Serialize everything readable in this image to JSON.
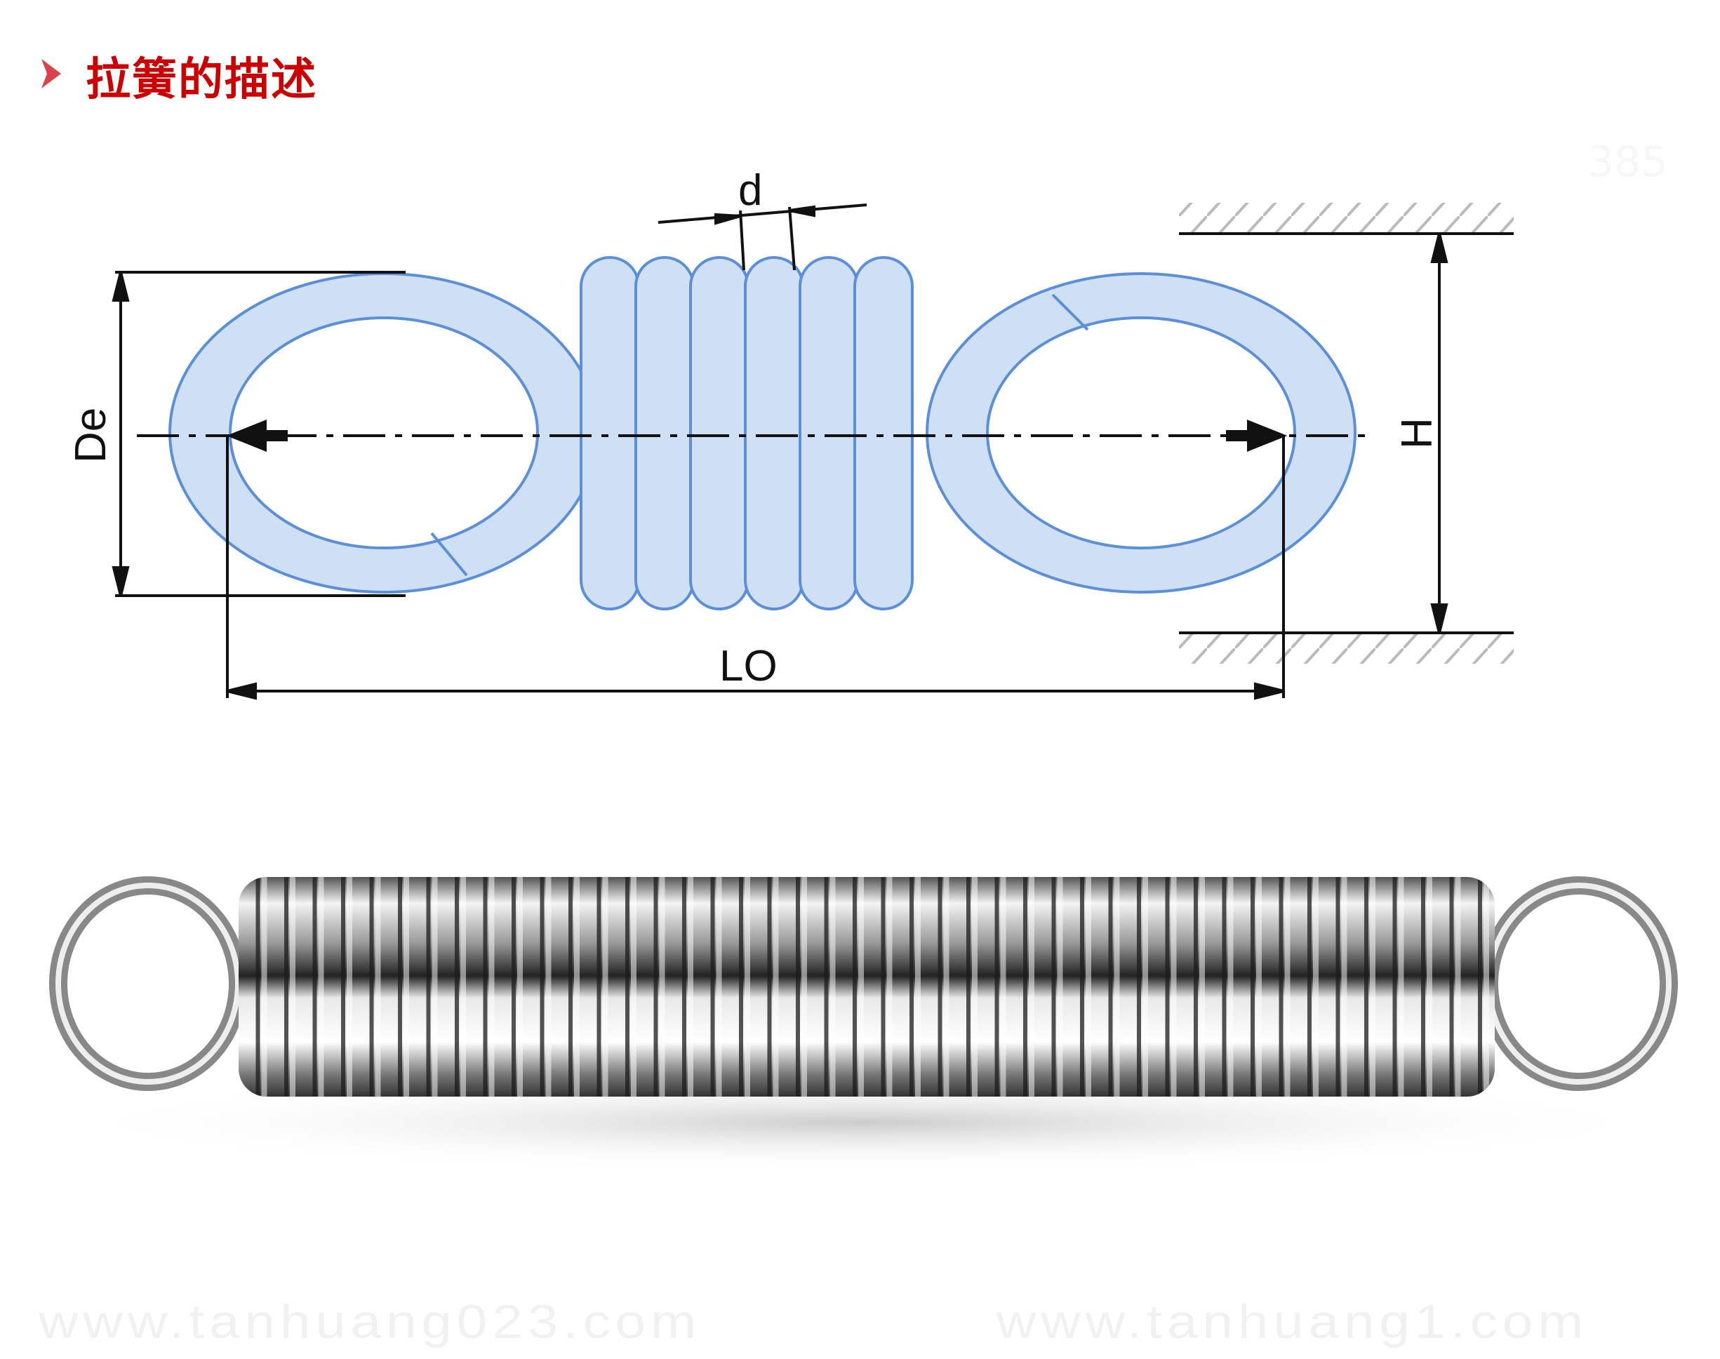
{
  "header": {
    "title": "拉簧的描述",
    "icon": "chevron-right-icon"
  },
  "diagram": {
    "labels": {
      "wire_diameter": "d",
      "outer_diameter": "De",
      "free_length": "LO",
      "height": "H"
    },
    "colors": {
      "spring_fill": "#cfe0f5",
      "spring_stroke": "#5b8fd8",
      "dimension": "#111111",
      "title": "#cc0000"
    }
  },
  "watermarks": [
    "www.tanhuang023.com",
    "www.tanhuang1.com",
    "385"
  ]
}
